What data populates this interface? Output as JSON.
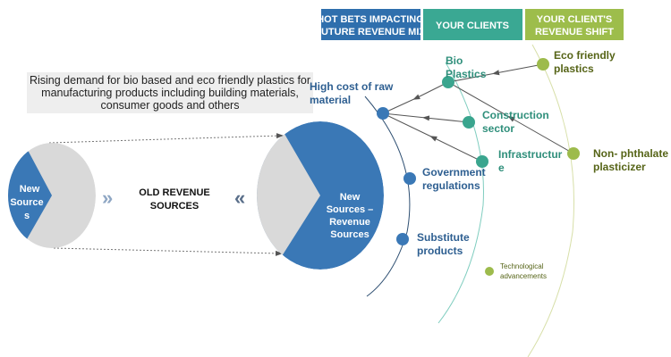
{
  "headers": {
    "hot_bets": [
      "HOT BETS IMPACTING",
      "FUTURE REVENUE MIX"
    ],
    "clients": "YOUR CLIENTS",
    "shift": [
      "YOUR CLIENT'S",
      "REVENUE SHIFT"
    ]
  },
  "description": [
    "Rising demand for bio based and eco friendly plastics for",
    "manufacturing products including building materials,",
    "consumer goods and others"
  ],
  "left_pie": [
    "New",
    "Source",
    "s"
  ],
  "center": [
    "OLD REVENUE",
    "SOURCES"
  ],
  "right_pie": [
    "New",
    "Sources –",
    "Revenue",
    "Sources"
  ],
  "hot_bets": {
    "raw": [
      "High cost of raw",
      "material"
    ],
    "gov": [
      "Government",
      "regulations"
    ],
    "sub": [
      "Substitute",
      "products"
    ]
  },
  "clients": {
    "bio": [
      "Bio",
      "Plastics"
    ],
    "construction": [
      "Construction",
      "sector"
    ],
    "infra": [
      "Infrastructur",
      "e"
    ]
  },
  "shift": {
    "eco": [
      "Eco friendly",
      "plastics"
    ],
    "phth": [
      "Non- phthalate",
      "plasticizer"
    ],
    "tech": [
      "Technological",
      "advancements"
    ]
  },
  "colors": {
    "blue": "#3a78b6",
    "teal": "#3aa58e",
    "green": "#9dbb4c",
    "gray": "#d9d9d9"
  }
}
